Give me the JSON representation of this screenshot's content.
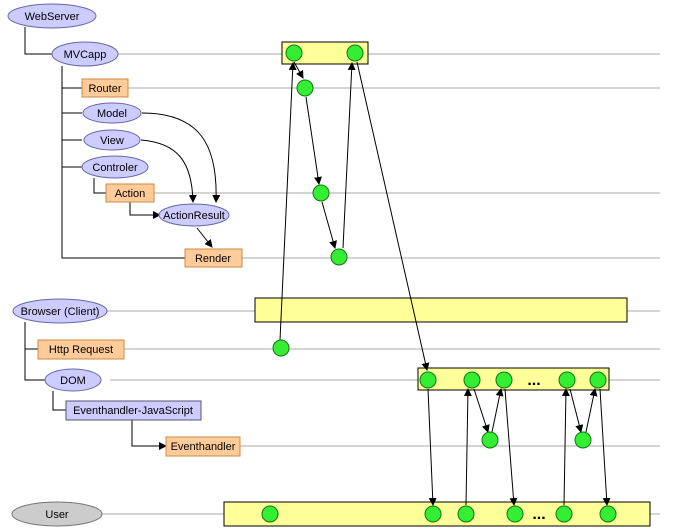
{
  "colors": {
    "ellipse_fill": "#ccccff",
    "ellipse_stroke": "#6666aa",
    "box_orange_fill": "#ffcc99",
    "box_orange_stroke": "#cc8844",
    "box_blue_fill": "#ccccff",
    "box_blue_stroke": "#555577",
    "band_fill": "#ffff99",
    "band_stroke": "#000000",
    "event_fill": "#33ee33",
    "event_stroke": "#117711",
    "user_fill": "#cccccc",
    "user_stroke": "#777777",
    "lifeline": "#aaaaaa"
  },
  "nodes": {
    "webserver": "WebServer",
    "mvcapp": "MVCapp",
    "router": "Router",
    "model": "Model",
    "view": "View",
    "controler": "Controler",
    "action": "Action",
    "actionresult": "ActionResult",
    "render": "Render",
    "browser": "Browser (Client)",
    "httprequest": "Http Request",
    "dom": "DOM",
    "eventhandler_js": "Eventhandler-JavaScript",
    "eventhandler": "Eventhandler",
    "user": "User"
  },
  "ellipsis": "..."
}
